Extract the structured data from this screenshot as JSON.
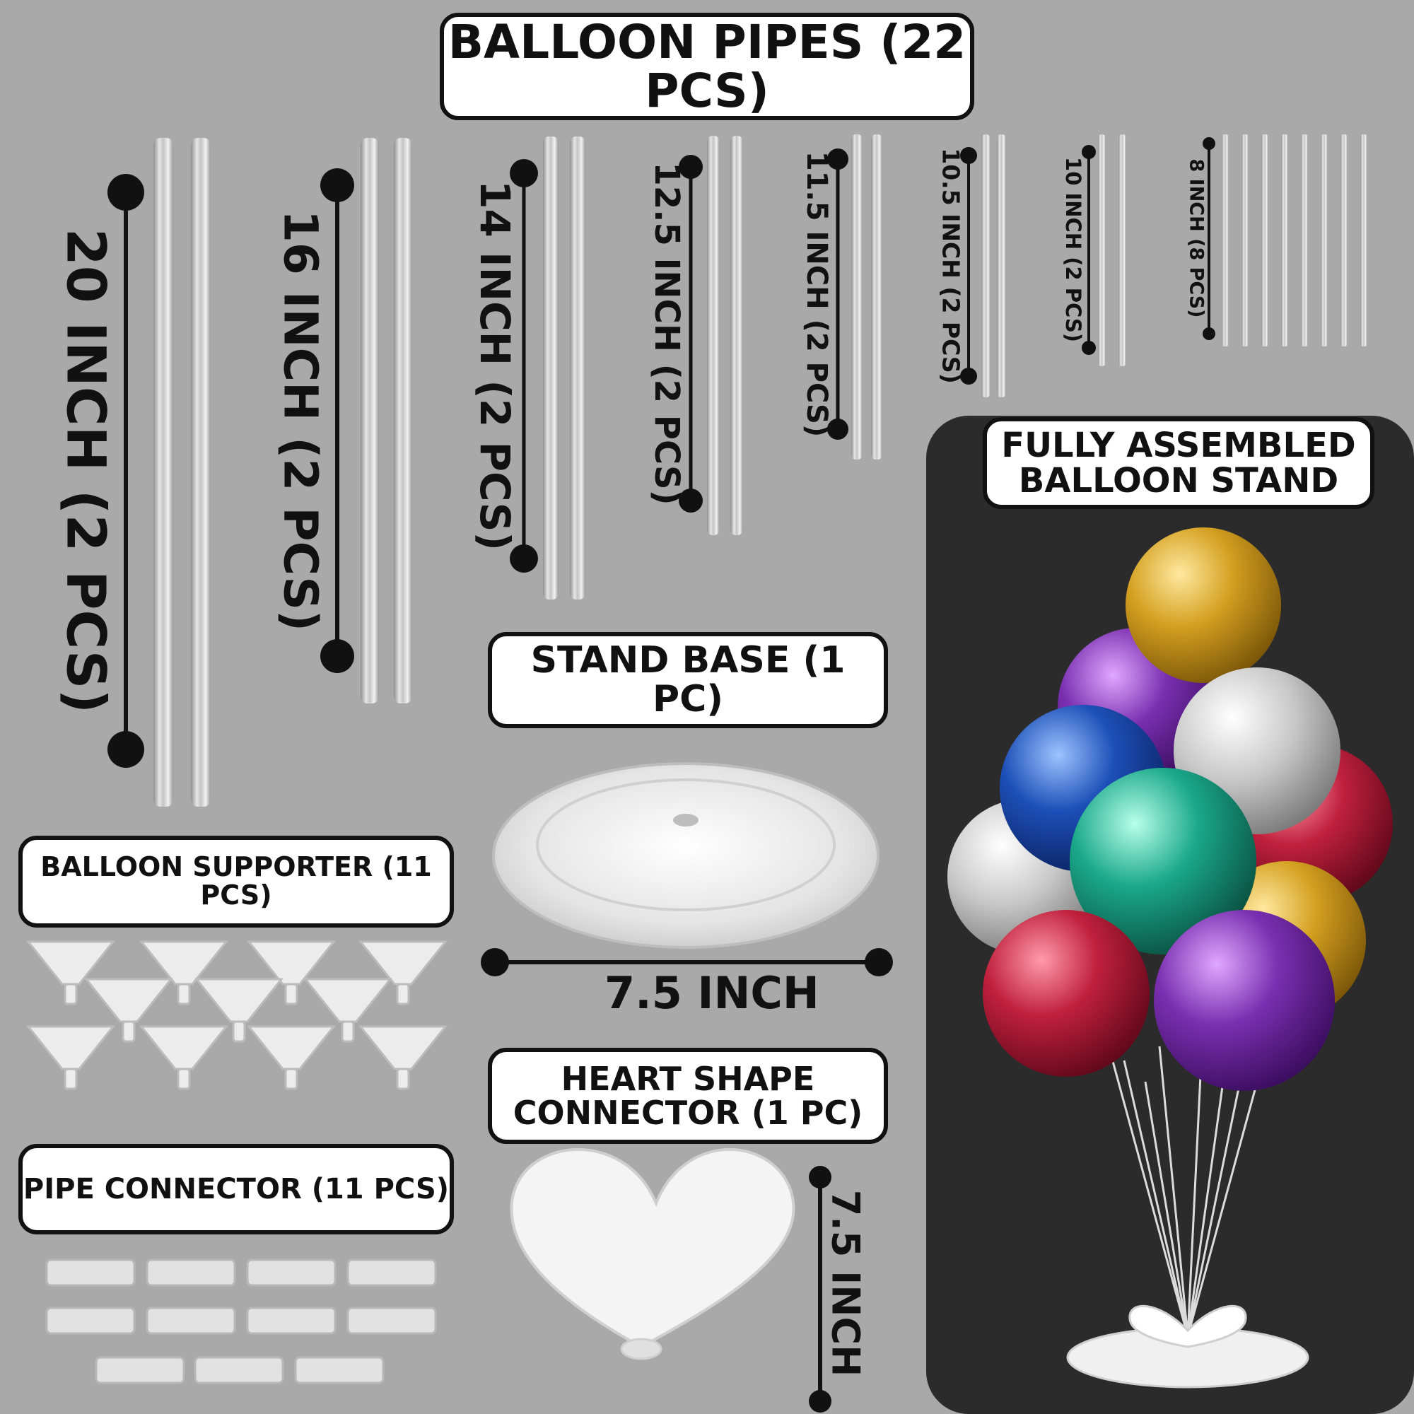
{
  "headings": {
    "pipes": "BALLOON PIPES (22 PCS)",
    "assembled_line1": "FULLY ASSEMBLED",
    "assembled_line2": "BALLOON STAND",
    "stand_base": "STAND BASE (1 PC)",
    "supporter": "BALLOON SUPPORTER (11 PCS)",
    "pipe_connector": "PIPE CONNECTOR (11 PCS)",
    "heart_line1": "HEART SHAPE",
    "heart_line2": "CONNECTOR (1 PC)"
  },
  "pipes": [
    {
      "label": "20 INCH (2 PCS)",
      "count": 2
    },
    {
      "label": "16 INCH (2 PCS)",
      "count": 2
    },
    {
      "label": "14 INCH (2 PCS)",
      "count": 2
    },
    {
      "label": "12.5 INCH (2 PCS)",
      "count": 2
    },
    {
      "label": "11.5 INCH (2 PCS)",
      "count": 2
    },
    {
      "label": "10.5 INCH (2 PCS)",
      "count": 2
    },
    {
      "label": "10 INCH (2 PCS)",
      "count": 2
    },
    {
      "label": "8 INCH (8 PCS)",
      "count": 8
    }
  ],
  "dimensions": {
    "base_width": "7.5 INCH",
    "heart_height": "7.5 INCH"
  },
  "colors": {
    "background": "#a9a9a9",
    "panel": "#2b2b2b",
    "balloon_gold": "#d4a020",
    "balloon_purple": "#7a2fb0",
    "balloon_silver": "#c8c8c8",
    "balloon_blue": "#1d4fb8",
    "balloon_teal": "#1aa88a",
    "balloon_red": "#c0203c"
  }
}
